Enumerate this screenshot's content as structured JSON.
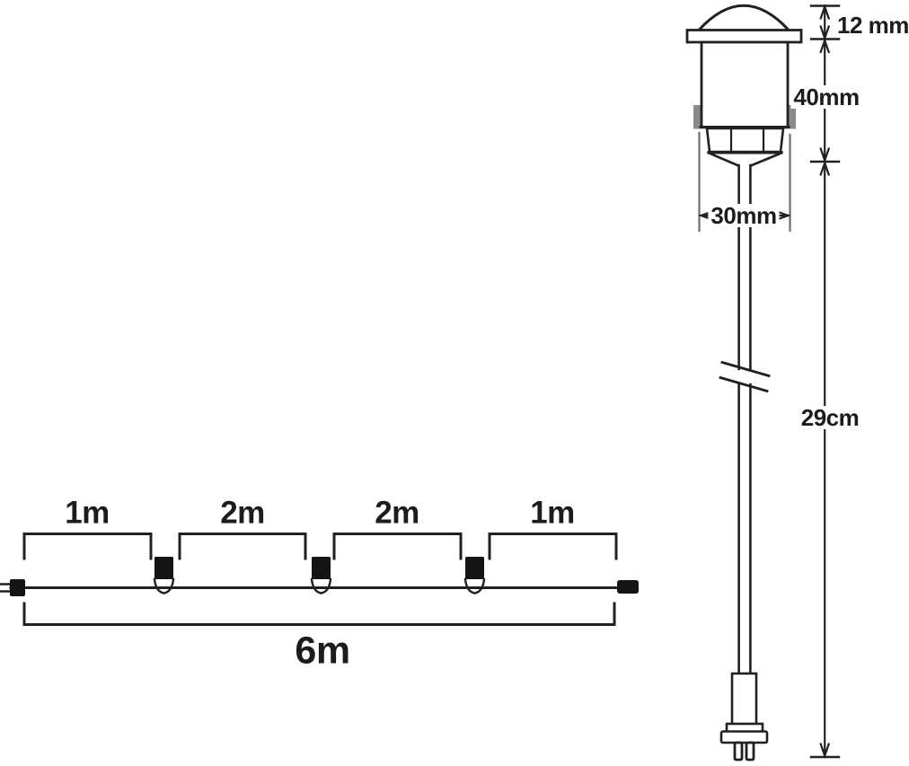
{
  "colors": {
    "ink": "#212121",
    "connector_black": "#141414",
    "clip_gray": "#8a8a8a",
    "extension_line_gray": "#6e6e6e",
    "background": "#ffffff"
  },
  "wiring_diagram": {
    "description": "string-light cable layout with inline lamp connectors",
    "segment_labels": [
      "1m",
      "2m",
      "2m",
      "1m"
    ],
    "total_label": "6m"
  },
  "fixture_diagram": {
    "description": "recessed deck light cross-section with dimensions",
    "cap_height_label": "12 mm",
    "body_height_label": "40mm",
    "body_width_label": "30mm",
    "cable_length_label": "29cm"
  }
}
